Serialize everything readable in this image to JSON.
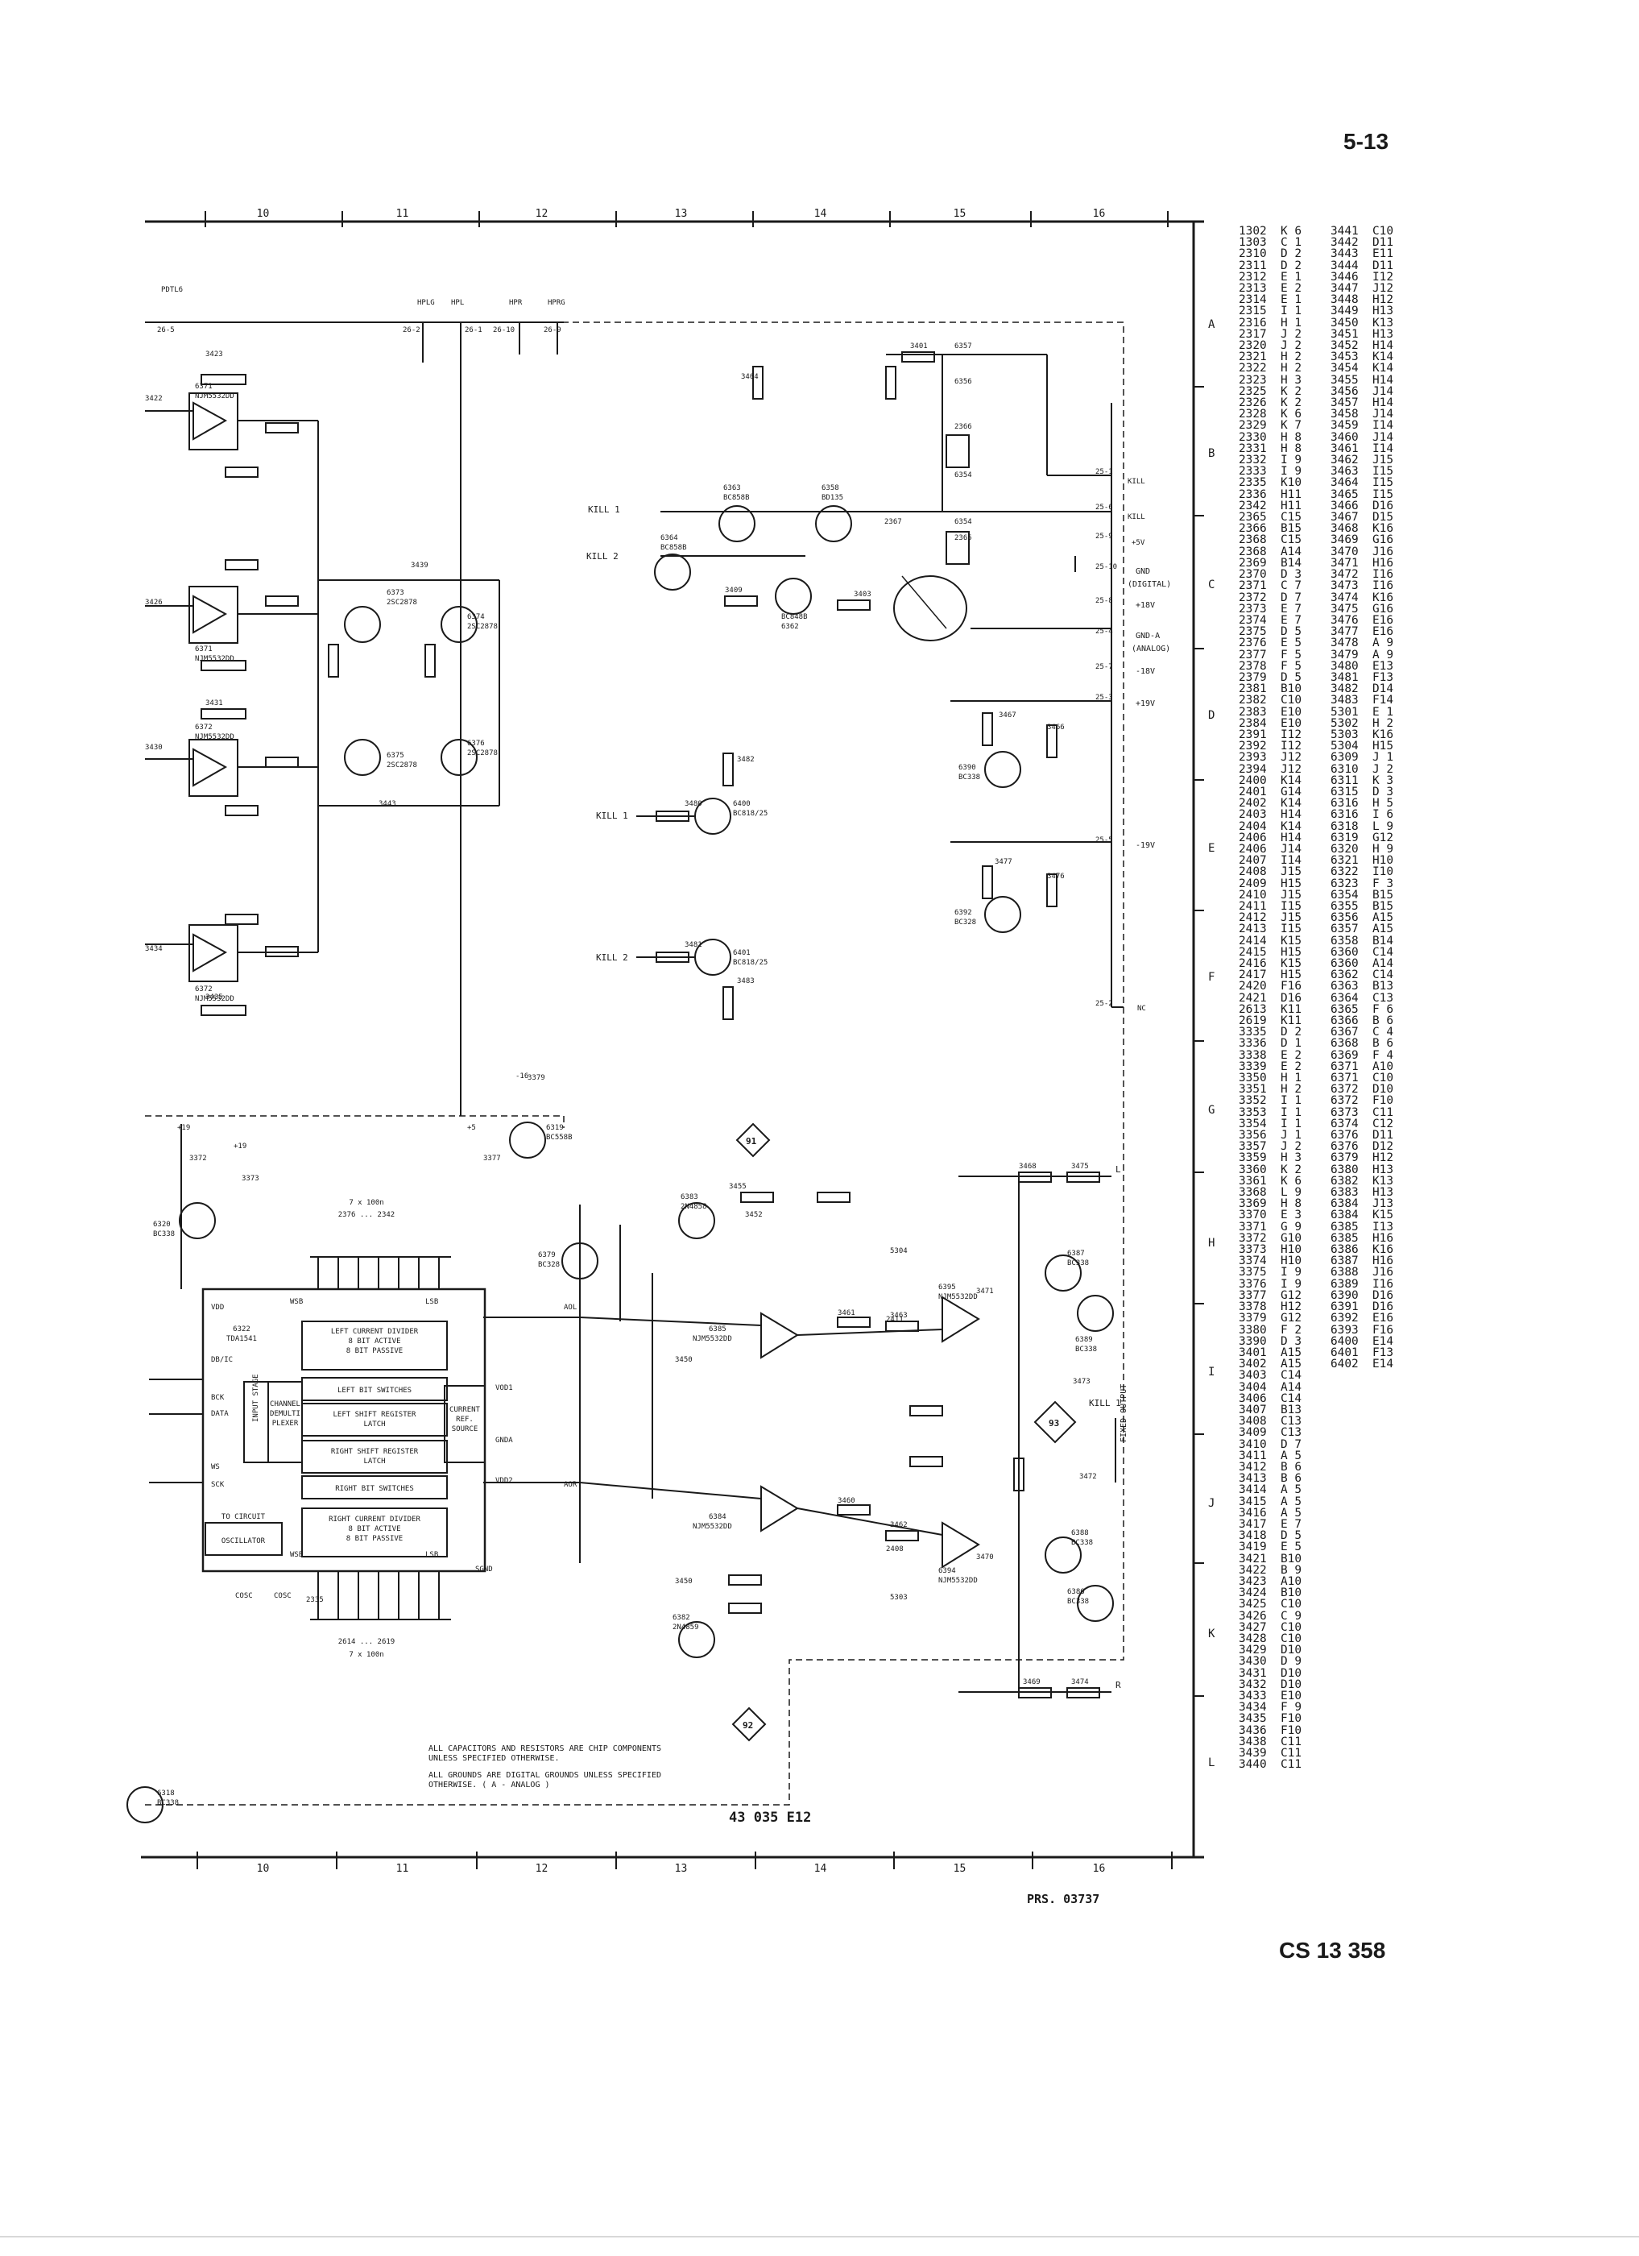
{
  "page": {
    "page_number": "5-13",
    "document_code": "CS 13 358",
    "print_ref": "PRS. 03737",
    "sheet_id": "43 035 E12"
  },
  "grid": {
    "columns": [
      "10",
      "11",
      "12",
      "13",
      "14",
      "15",
      "16"
    ],
    "rows": [
      "A",
      "B",
      "C",
      "D",
      "E",
      "F",
      "G",
      "H",
      "I",
      "J",
      "K",
      "L"
    ]
  },
  "notes": [
    "ALL CAPACITORS AND RESISTORS ARE CHIP COMPONENTS\nUNLESS SPECIFIED OTHERWISE.",
    "ALL GROUNDS ARE DIGITAL GROUNDS UNLESS SPECIFIED\nOTHERWISE. ( A - ANALOG )"
  ],
  "ic_labels": {
    "tda": "6322 TDA1541",
    "left_divider": "LEFT CURRENT DIVIDER\n8 BIT ACTIVE\n8 BIT PASSIVE",
    "left_switches": "LEFT BIT SWITCHES",
    "left_shift": "LEFT SHIFT REGISTER\nLATCH",
    "right_shift": "RIGHT SHIFT REGISTER\nLATCH",
    "right_switches": "RIGHT BIT SWITCHES",
    "right_divider": "RIGHT CURRENT DIVIDER\n8 BIT ACTIVE\n8 BIT PASSIVE",
    "current_ref": "CURRENT\nREF.\nSOURCE",
    "input_stage": "INPUT STAGE",
    "demux": "CHANNEL\nDEMULTI\nPLEXER",
    "to_circuit": "TO CIRCUIT",
    "oscillator": "OSCILLATOR",
    "caps_top": "7 x 100n",
    "caps_top_range": "2376 ... 2342",
    "caps_bottom": "2614 ... 2619",
    "caps_bottom_b": "7 x 100n"
  },
  "connectors": [
    {
      "id": "25-1",
      "label": "KILL"
    },
    {
      "id": "25-6",
      "label": "KILL"
    },
    {
      "id": "25-9",
      "label": "+5V"
    },
    {
      "id": "25-10",
      "label": "GND\n(DIGITAL)"
    },
    {
      "id": "25-8",
      "label": "+18V"
    },
    {
      "id": "25-4",
      "label": "GND-A\n(ANALOG)"
    },
    {
      "id": "25-7",
      "label": "-18V"
    },
    {
      "id": "25-3",
      "label": "+19V"
    },
    {
      "id": "25-5",
      "label": "-19V"
    },
    {
      "id": "25-2",
      "label": "NC"
    }
  ],
  "top_connectors": [
    {
      "id": "26-5",
      "label": "PDTL6"
    },
    {
      "id": "26-2",
      "label": "HPLG"
    },
    {
      "id": "26-1",
      "label": "HPL"
    },
    {
      "id": "26-10",
      "label": "HPR"
    },
    {
      "id": "26-9",
      "label": "HPRG"
    }
  ],
  "signals": {
    "kill1": "KILL 1",
    "kill2": "KILL 2",
    "fixed_output": "FIXED OUTPUT",
    "node91": "91",
    "node92": "92",
    "node93": "93",
    "out_l": "L",
    "out_r": "R"
  },
  "reference_table": [
    [
      "1302",
      "K 6",
      "3441",
      "C10"
    ],
    [
      "1303",
      "C 1",
      "3442",
      "D11"
    ],
    [
      "2310",
      "D 2",
      "3443",
      "E11"
    ],
    [
      "2311",
      "D 2",
      "3444",
      "D11"
    ],
    [
      "2312",
      "E 1",
      "3446",
      "I12"
    ],
    [
      "2313",
      "E 2",
      "3447",
      "J12"
    ],
    [
      "2314",
      "E 1",
      "3448",
      "H12"
    ],
    [
      "2315",
      "I 1",
      "3449",
      "H13"
    ],
    [
      "2316",
      "H 1",
      "3450",
      "K13"
    ],
    [
      "2317",
      "J 2",
      "3451",
      "H13"
    ],
    [
      "2320",
      "J 2",
      "3452",
      "H14"
    ],
    [
      "2321",
      "H 2",
      "3453",
      "K14"
    ],
    [
      "2322",
      "H 2",
      "3454",
      "K14"
    ],
    [
      "2323",
      "H 3",
      "3455",
      "H14"
    ],
    [
      "2325",
      "K 2",
      "3456",
      "J14"
    ],
    [
      "2326",
      "K 2",
      "3457",
      "H14"
    ],
    [
      "2328",
      "K 6",
      "3458",
      "J14"
    ],
    [
      "2329",
      "K 7",
      "3459",
      "I14"
    ],
    [
      "2330",
      "H 8",
      "3460",
      "J14"
    ],
    [
      "2331",
      "H 8",
      "3461",
      "I14"
    ],
    [
      "2332",
      "I 9",
      "3462",
      "J15"
    ],
    [
      "2333",
      "I 9",
      "3463",
      "I15"
    ],
    [
      "2335",
      "K10",
      "3464",
      "I15"
    ],
    [
      "2336",
      "H11",
      "3465",
      "I15"
    ],
    [
      "2342",
      "H11",
      "3466",
      "D16"
    ],
    [
      "2365",
      "C15",
      "3467",
      "D15"
    ],
    [
      "2366",
      "B15",
      "3468",
      "K16"
    ],
    [
      "2368",
      "C15",
      "3469",
      "G16"
    ],
    [
      "2368",
      "A14",
      "3470",
      "J16"
    ],
    [
      "2369",
      "B14",
      "3471",
      "H16"
    ],
    [
      "2370",
      "D 3",
      "3472",
      "I16"
    ],
    [
      "2371",
      "C 7",
      "3473",
      "I16"
    ],
    [
      "2372",
      "D 7",
      "3474",
      "K16"
    ],
    [
      "2373",
      "E 7",
      "3475",
      "G16"
    ],
    [
      "2374",
      "E 7",
      "3476",
      "E16"
    ],
    [
      "2375",
      "D 5",
      "3477",
      "E16"
    ],
    [
      "2376",
      "E 5",
      "3478",
      "A 9"
    ],
    [
      "2377",
      "F 5",
      "3479",
      "A 9"
    ],
    [
      "2378",
      "F 5",
      "3480",
      "E13"
    ],
    [
      "2379",
      "D 5",
      "3481",
      "F13"
    ],
    [
      "2381",
      "B10",
      "3482",
      "D14"
    ],
    [
      "2382",
      "C10",
      "3483",
      "F14"
    ],
    [
      "2383",
      "E10",
      "5301",
      "E 1"
    ],
    [
      "2384",
      "E10",
      "5302",
      "H 2"
    ],
    [
      "2391",
      "I12",
      "5303",
      "K16"
    ],
    [
      "2392",
      "I12",
      "5304",
      "H15"
    ],
    [
      "2393",
      "J12",
      "6309",
      "J 1"
    ],
    [
      "2394",
      "J12",
      "6310",
      "J 2"
    ],
    [
      "2400",
      "K14",
      "6311",
      "K 3"
    ],
    [
      "2401",
      "G14",
      "6315",
      "D 3"
    ],
    [
      "2402",
      "K14",
      "6316",
      "H 5"
    ],
    [
      "2403",
      "H14",
      "6316",
      "I 6"
    ],
    [
      "2404",
      "K14",
      "6318",
      "L 9"
    ],
    [
      "2406",
      "H14",
      "6319",
      "G12"
    ],
    [
      "2406",
      "J14",
      "6320",
      "H 9"
    ],
    [
      "2407",
      "I14",
      "6321",
      "H10"
    ],
    [
      "2408",
      "J15",
      "6322",
      "I10"
    ],
    [
      "2409",
      "H15",
      "6323",
      "F 3"
    ],
    [
      "2410",
      "J15",
      "6354",
      "B15"
    ],
    [
      "2411",
      "I15",
      "6355",
      "B15"
    ],
    [
      "2412",
      "J15",
      "6356",
      "A15"
    ],
    [
      "2413",
      "I15",
      "6357",
      "A15"
    ],
    [
      "2414",
      "K15",
      "6358",
      "B14"
    ],
    [
      "2415",
      "H15",
      "6360",
      "C14"
    ],
    [
      "2416",
      "K15",
      "6360",
      "A14"
    ],
    [
      "2417",
      "H15",
      "6362",
      "C14"
    ],
    [
      "2420",
      "F16",
      "6363",
      "B13"
    ],
    [
      "2421",
      "D16",
      "6364",
      "C13"
    ],
    [
      "2613",
      "K11",
      "6365",
      "F 6"
    ],
    [
      "2619",
      "K11",
      "6366",
      "B 6"
    ],
    [
      "3335",
      "D 2",
      "6367",
      "C 4"
    ],
    [
      "3336",
      "D 1",
      "6368",
      "B 6"
    ],
    [
      "3338",
      "E 2",
      "6369",
      "F 4"
    ],
    [
      "3339",
      "E 2",
      "6371",
      "A10"
    ],
    [
      "3350",
      "H 1",
      "6371",
      "C10"
    ],
    [
      "3351",
      "H 2",
      "6372",
      "D10"
    ],
    [
      "3352",
      "I 1",
      "6372",
      "F10"
    ],
    [
      "3353",
      "I 1",
      "6373",
      "C11"
    ],
    [
      "3354",
      "I 1",
      "6374",
      "C12"
    ],
    [
      "3356",
      "J 1",
      "6376",
      "D11"
    ],
    [
      "3357",
      "J 2",
      "6376",
      "D12"
    ],
    [
      "3359",
      "H 3",
      "6379",
      "H12"
    ],
    [
      "3360",
      "K 2",
      "6380",
      "H13"
    ],
    [
      "3361",
      "K 6",
      "6382",
      "K13"
    ],
    [
      "3368",
      "L 9",
      "6383",
      "H13"
    ],
    [
      "3369",
      "H 8",
      "6384",
      "J13"
    ],
    [
      "3370",
      "E 3",
      "6384",
      "K15"
    ],
    [
      "3371",
      "G 9",
      "6385",
      "I13"
    ],
    [
      "3372",
      "G10",
      "6385",
      "H16"
    ],
    [
      "3373",
      "H10",
      "6386",
      "K16"
    ],
    [
      "3374",
      "H10",
      "6387",
      "H16"
    ],
    [
      "3375",
      "I 9",
      "6388",
      "J16"
    ],
    [
      "3376",
      "I 9",
      "6389",
      "I16"
    ],
    [
      "3377",
      "G12",
      "6390",
      "D16"
    ],
    [
      "3378",
      "H12",
      "6391",
      "D16"
    ],
    [
      "3379",
      "G12",
      "6392",
      "E16"
    ],
    [
      "3380",
      "F 2",
      "6393",
      "F16"
    ],
    [
      "3390",
      "D 3",
      "6400",
      "E14"
    ],
    [
      "3401",
      "A15",
      "6401",
      "F13"
    ],
    [
      "3402",
      "A15",
      "6402",
      "E14"
    ],
    [
      "3403",
      "C14",
      "",
      ""
    ],
    [
      "3404",
      "A14",
      "",
      ""
    ],
    [
      "3406",
      "C14",
      "",
      ""
    ],
    [
      "3407",
      "B13",
      "",
      ""
    ],
    [
      "3408",
      "C13",
      "",
      ""
    ],
    [
      "3409",
      "C13",
      "",
      ""
    ],
    [
      "3410",
      "D 7",
      "",
      ""
    ],
    [
      "3411",
      "A 5",
      "",
      ""
    ],
    [
      "3412",
      "B 6",
      "",
      ""
    ],
    [
      "3413",
      "B 6",
      "",
      ""
    ],
    [
      "3414",
      "A 5",
      "",
      ""
    ],
    [
      "3415",
      "A 5",
      "",
      ""
    ],
    [
      "3416",
      "A 5",
      "",
      ""
    ],
    [
      "3417",
      "E 7",
      "",
      ""
    ],
    [
      "3418",
      "D 5",
      "",
      ""
    ],
    [
      "3419",
      "E 5",
      "",
      ""
    ],
    [
      "3421",
      "B10",
      "",
      ""
    ],
    [
      "3422",
      "B 9",
      "",
      ""
    ],
    [
      "3423",
      "A10",
      "",
      ""
    ],
    [
      "3424",
      "B10",
      "",
      ""
    ],
    [
      "3425",
      "C10",
      "",
      ""
    ],
    [
      "3426",
      "C 9",
      "",
      ""
    ],
    [
      "3427",
      "C10",
      "",
      ""
    ],
    [
      "3428",
      "C10",
      "",
      ""
    ],
    [
      "3429",
      "D10",
      "",
      ""
    ],
    [
      "3430",
      "D 9",
      "",
      ""
    ],
    [
      "3431",
      "D10",
      "",
      ""
    ],
    [
      "3432",
      "D10",
      "",
      ""
    ],
    [
      "3433",
      "E10",
      "",
      ""
    ],
    [
      "3434",
      "F 9",
      "",
      ""
    ],
    [
      "3435",
      "F10",
      "",
      ""
    ],
    [
      "3436",
      "F10",
      "",
      ""
    ],
    [
      "3438",
      "C11",
      "",
      ""
    ],
    [
      "3439",
      "C11",
      "",
      ""
    ],
    [
      "3440",
      "C11",
      "",
      ""
    ]
  ],
  "component_labels": {
    "opamps": [
      "6371 NJM5532DD",
      "6371 NJM5532DD",
      "6372 NJM5532DD",
      "6372 NJM5532DD",
      "6385 NJM5532DD",
      "6395 NJM5532DD",
      "6384 NJM5532DD",
      "6394 NJM5532DD"
    ],
    "transistors": [
      "6373 2SC2878",
      "6374 2SC2878",
      "6375 2SC2878",
      "6376 2SC2878",
      "6363 BC858B",
      "6358 BD135",
      "6364 BC858B",
      "6362 BC848B",
      "6390 BC338",
      "6400 BC818/25",
      "6401 BC818/25",
      "6392 BC328",
      "6319 BC558B",
      "6320 BC338",
      "6379 BC328",
      "6383 2N4858",
      "6382 2N4859",
      "6387 BC338",
      "6389 BC338",
      "6388 BC338",
      "6386 BC338",
      "6318 BC338"
    ]
  }
}
